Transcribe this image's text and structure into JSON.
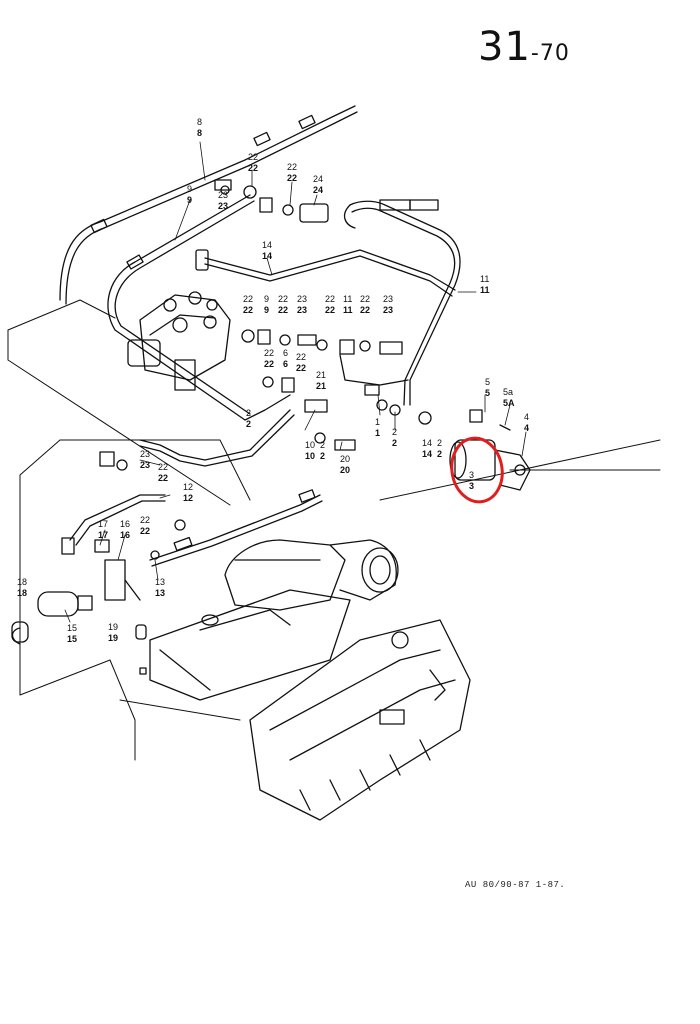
{
  "header": {
    "page_number": "31",
    "page_suffix": "-70"
  },
  "footer": {
    "code": "AU 80/90-87   1-87."
  },
  "highlight": {
    "color": "#e01e1e",
    "target_part": "3"
  },
  "parts": [
    {
      "id": "p8a",
      "top": "8",
      "bot": "8"
    },
    {
      "id": "p22a",
      "top": "22",
      "bot": "22"
    },
    {
      "id": "p22b",
      "top": "22",
      "bot": "22"
    },
    {
      "id": "p24",
      "top": "24",
      "bot": "24"
    },
    {
      "id": "p9a",
      "top": "9",
      "bot": "9"
    },
    {
      "id": "p23a",
      "top": "23",
      "bot": "23"
    },
    {
      "id": "p14a",
      "top": "14",
      "bot": "14"
    },
    {
      "id": "p11a",
      "top": "11",
      "bot": "11"
    },
    {
      "id": "p22c",
      "top": "22",
      "bot": "22"
    },
    {
      "id": "p9b",
      "top": "9",
      "bot": "9"
    },
    {
      "id": "p22d",
      "top": "22",
      "bot": "22"
    },
    {
      "id": "p23b",
      "top": "23",
      "bot": "23"
    },
    {
      "id": "p22e",
      "top": "22",
      "bot": "22"
    },
    {
      "id": "p11b",
      "top": "11",
      "bot": "11"
    },
    {
      "id": "p22f",
      "top": "22",
      "bot": "22"
    },
    {
      "id": "p23c",
      "top": "23",
      "bot": "23"
    },
    {
      "id": "p22g",
      "top": "22",
      "bot": "22"
    },
    {
      "id": "p6",
      "top": "6",
      "bot": "6"
    },
    {
      "id": "p22h",
      "top": "22",
      "bot": "22"
    },
    {
      "id": "p21",
      "top": "21",
      "bot": "21"
    },
    {
      "id": "p2a",
      "top": "2",
      "bot": "2"
    },
    {
      "id": "p1",
      "top": "1",
      "bot": "1"
    },
    {
      "id": "p2b",
      "top": "2",
      "bot": "2"
    },
    {
      "id": "p14b",
      "top": "14",
      "bot": "14"
    },
    {
      "id": "p2c",
      "top": "2",
      "bot": "2"
    },
    {
      "id": "p5",
      "top": "5",
      "bot": "5"
    },
    {
      "id": "p5a",
      "top": "5a",
      "bot": "5A"
    },
    {
      "id": "p4",
      "top": "4",
      "bot": "4"
    },
    {
      "id": "p3",
      "top": "3",
      "bot": "3"
    },
    {
      "id": "p10",
      "top": "10",
      "bot": "10"
    },
    {
      "id": "p2d",
      "top": "2",
      "bot": "2"
    },
    {
      "id": "p20",
      "top": "20",
      "bot": "20"
    },
    {
      "id": "p23d",
      "top": "23",
      "bot": "23"
    },
    {
      "id": "p22i",
      "top": "22",
      "bot": "22"
    },
    {
      "id": "p12",
      "top": "12",
      "bot": "12"
    },
    {
      "id": "p17",
      "top": "17",
      "bot": "17"
    },
    {
      "id": "p16",
      "top": "16",
      "bot": "16"
    },
    {
      "id": "p22j",
      "top": "22",
      "bot": "22"
    },
    {
      "id": "p18",
      "top": "18",
      "bot": "18"
    },
    {
      "id": "p13",
      "top": "13",
      "bot": "13"
    },
    {
      "id": "p15",
      "top": "15",
      "bot": "15"
    },
    {
      "id": "p19",
      "top": "19",
      "bot": "19"
    }
  ]
}
